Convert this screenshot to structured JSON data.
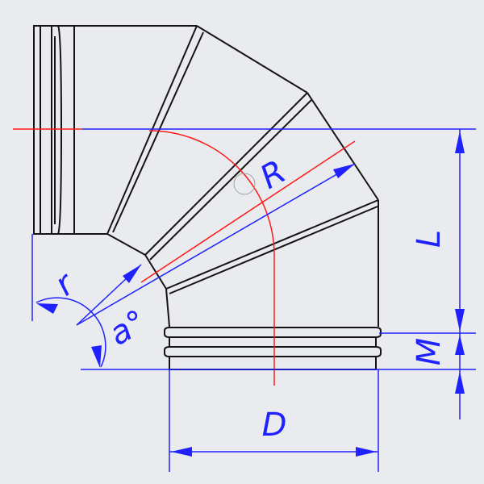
{
  "labels": {
    "R": "R",
    "r": "r",
    "a": "a°",
    "L": "L",
    "M": "M",
    "D": "D"
  },
  "colors": {
    "background": "#e9ebee",
    "outline": "#141414",
    "dimension": "#1f22ff",
    "centerline": "#ff1a1a"
  }
}
